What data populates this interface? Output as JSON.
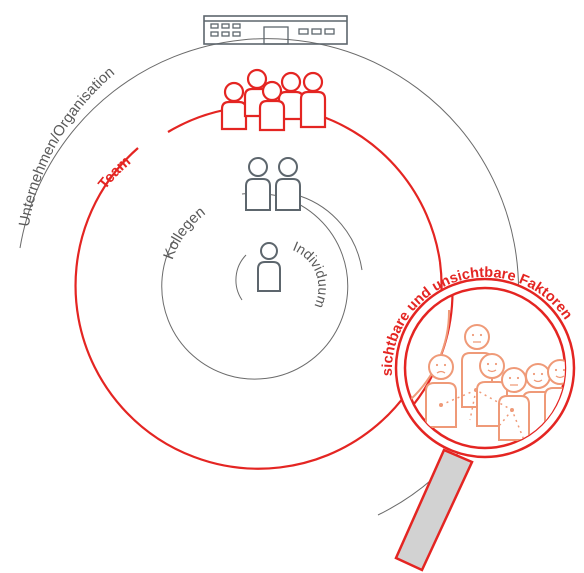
{
  "labels": {
    "organisation": "Unternehmen/Organisation",
    "team": "Team",
    "colleagues": "Kollegen",
    "individual": "Individuum",
    "factors": "sichtbare und unsichtbare Faktoren"
  },
  "colors": {
    "accent_red": "#e42522",
    "gray_line": "#6b6b6b",
    "icon_gray": "#5d666d",
    "salmon": "#ef9a78"
  },
  "icons": {
    "building": "building-icon",
    "team": "team-group-icon",
    "colleagues": "colleagues-pair-icon",
    "individual": "person-icon",
    "magnifier": "magnifying-glass-icon",
    "crowd": "crowd-faces-icon"
  }
}
